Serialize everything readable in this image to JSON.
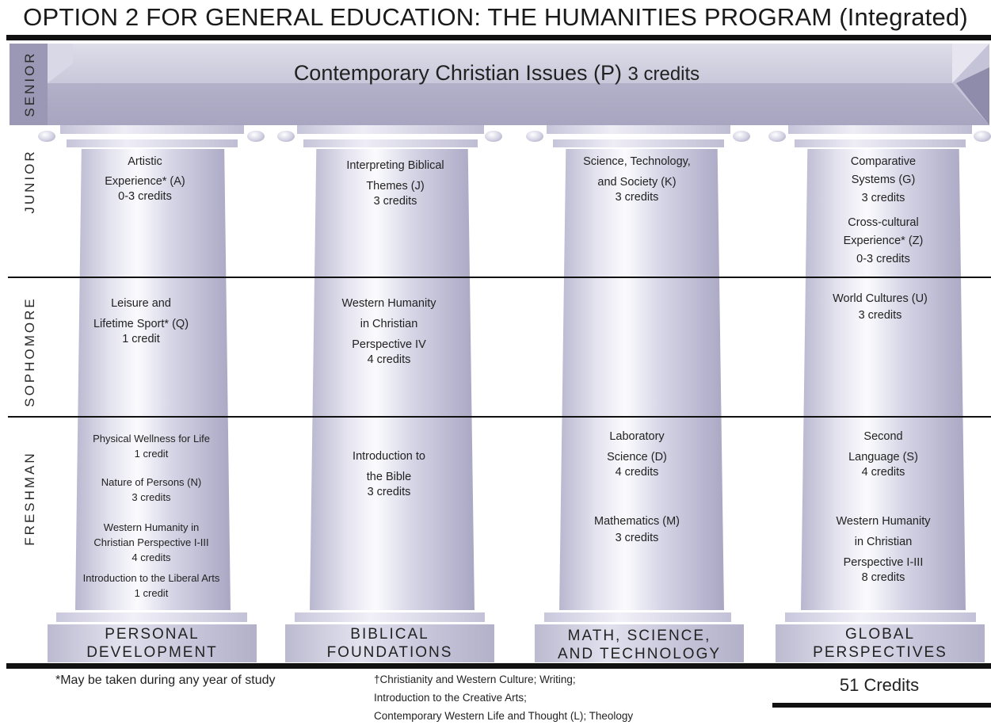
{
  "title": "OPTION 2 FOR GENERAL EDUCATION: THE HUMANITIES PROGRAM (Integrated)",
  "years": {
    "senior": "SENIOR",
    "junior": "JUNIOR",
    "sophomore": "SOPHOMORE",
    "freshman": "FRESHMAN"
  },
  "roof": {
    "course": "Contemporary Christian Issues (P)",
    "credits": "3 credits"
  },
  "columns": {
    "personal": {
      "label_line1": "PERSONAL",
      "label_line2": "DEVELOPMENT",
      "junior": {
        "l1": "Artistic",
        "l2": "Experience* (A)",
        "l3": "0-3 credits"
      },
      "sophomore": {
        "l1": "Leisure and",
        "l2": "Lifetime Sport* (Q)",
        "l3": "1 credit"
      },
      "freshman": {
        "c1_l1": "Physical Wellness for Life",
        "c1_l2": "1 credit",
        "c2_l1": "Nature of Persons (N)",
        "c2_l2": "3 credits",
        "c3_l1": "Western Humanity in",
        "c3_l2": "Christian Perspective I-III",
        "c3_l3": "4 credits",
        "c4_l1": "Introduction to the Liberal Arts",
        "c4_l2": "1 credit"
      }
    },
    "biblical": {
      "label_line1": "BIBLICAL",
      "label_line2": "FOUNDATIONS",
      "junior": {
        "l1": "Interpreting Biblical",
        "l2": "Themes (J)",
        "l3": "3 credits"
      },
      "sophomore": {
        "l1": "Western Humanity",
        "l2": "in Christian",
        "l3": "Perspective IV",
        "l4": "4 credits"
      },
      "freshman": {
        "l1": "Introduction to",
        "l2": "the Bible",
        "l3": "3 credits"
      }
    },
    "math": {
      "label_line1": "MATH, SCIENCE,",
      "label_line2": "AND TECHNOLOGY",
      "junior": {
        "l1": "Science, Technology,",
        "l2": "and Society (K)",
        "l3": "3 credits"
      },
      "freshman": {
        "c1_l1": "Laboratory",
        "c1_l2": "Science (D)",
        "c1_l3": "4 credits",
        "c2_l1": "Mathematics (M)",
        "c2_l2": "3 credits"
      }
    },
    "global": {
      "label_line1": "GLOBAL",
      "label_line2": "PERSPECTIVES",
      "junior": {
        "c1_l1": "Comparative",
        "c1_l2": "Systems (G)",
        "c1_l3": "3 credits",
        "c2_l1": "Cross-cultural",
        "c2_l2": "Experience* (Z)",
        "c2_l3": "0-3 credits"
      },
      "sophomore": {
        "l1": "World Cultures (U)",
        "l2": "3 credits"
      },
      "freshman": {
        "c1_l1": "Second",
        "c1_l2": "Language (S)",
        "c1_l3": "4 credits",
        "c2_l1": "Western Humanity",
        "c2_l2": "in Christian",
        "c2_l3": "Perspective I-III",
        "c2_l4": "8 credits"
      }
    }
  },
  "footnotes": {
    "asterisk": "*May be taken during any year of study",
    "dagger_l1": "†Christianity and Western Culture; Writing;",
    "dagger_l2": "Introduction to the Creative Arts;",
    "dagger_l3": "Contemporary Western Life and Thought (L); Theology"
  },
  "total_credits": "51 Credits"
}
